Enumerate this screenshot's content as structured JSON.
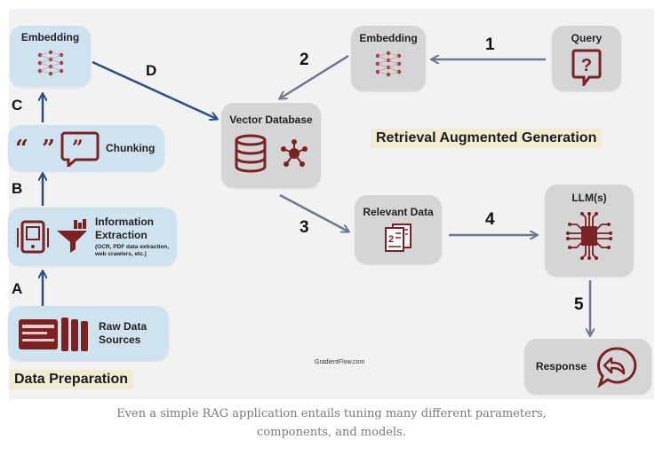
{
  "nodes": {
    "embedding_left": "Embedding",
    "chunking": "Chunking",
    "information_extraction": "Information\nExtraction",
    "information_extraction_note": "(OCR, PDF data extraction,\nweb crawlers, etc.)",
    "raw_data_sources": "Raw Data\nSources",
    "vector_database": "Vector Database",
    "embedding_right": "Embedding",
    "query": "Query",
    "relevant_data": "Relevant Data",
    "llm": "LLM(s)",
    "response": "Response"
  },
  "steps": {
    "a": "A",
    "b": "B",
    "c": "C",
    "d": "D",
    "one": "1",
    "two": "2",
    "three": "3",
    "four": "4",
    "five": "5"
  },
  "banners": {
    "data_preparation": "Data Preparation",
    "rag": "Retrieval Augmented Generation"
  },
  "watermark": "GradientFlow.com",
  "caption": "Even a simple RAG application entails tuning many different parameters,\ncomponents, and models.",
  "colors": {
    "blue_box": "#cfe3ee",
    "gray_box": "#d5d5d8",
    "blue_arrow": "#2b4f7e",
    "gray_arrow": "#707590",
    "icon_red": "#7a2222",
    "banner_bg": "#f3ead2"
  },
  "icons": [
    "neural-net-icon",
    "quote-bubble-icon",
    "tablet-icon",
    "funnel-chart-icon",
    "documents-stack-icon",
    "database-cylinder-icon",
    "graph-node-icon",
    "question-bubble-icon",
    "pages-icon",
    "chip-icon",
    "reply-bubble-icon"
  ]
}
